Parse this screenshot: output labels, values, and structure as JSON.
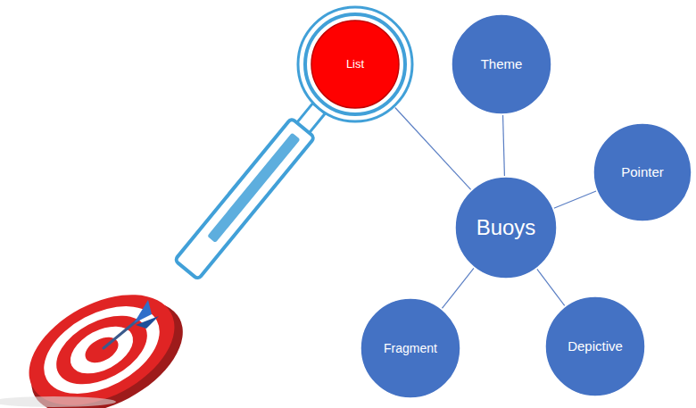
{
  "diagram": {
    "nodes": [
      {
        "text": [
          "List"
        ]
      },
      {
        "text": [
          "Theme"
        ]
      },
      {
        "text": [
          "Buoys"
        ]
      },
      {
        "text": [
          "Pointer"
        ]
      },
      {
        "text": [
          "Fragment"
        ]
      },
      {
        "text": [
          "Depictive"
        ]
      }
    ],
    "edges": [
      {
        "from": 0,
        "to": 2,
        "arrow": "none"
      },
      {
        "from": 2,
        "to": 1,
        "arrow": "none"
      },
      {
        "from": 2,
        "to": 3,
        "arrow": "none"
      },
      {
        "from": 2,
        "to": 4,
        "arrow": "none"
      },
      {
        "from": 2,
        "to": 5,
        "arrow": "none"
      }
    ]
  }
}
